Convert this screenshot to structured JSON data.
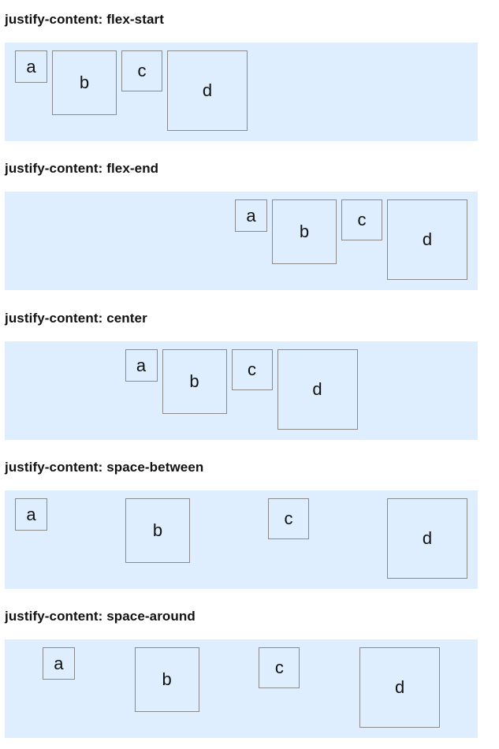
{
  "sections": [
    {
      "title": "justify-content: flex-start",
      "items": [
        "a",
        "b",
        "c",
        "d"
      ]
    },
    {
      "title": "justify-content: flex-end",
      "items": [
        "a",
        "b",
        "c",
        "d"
      ]
    },
    {
      "title": "justify-content: center",
      "items": [
        "a",
        "b",
        "c",
        "d"
      ]
    },
    {
      "title": "justify-content: space-between",
      "items": [
        "a",
        "b",
        "c",
        "d"
      ]
    },
    {
      "title": "justify-content: space-around",
      "items": [
        "a",
        "b",
        "c",
        "d"
      ]
    }
  ],
  "colors": {
    "row_background": "#dfeeff",
    "box_border": "#8a8a8a",
    "text": "#111111"
  }
}
